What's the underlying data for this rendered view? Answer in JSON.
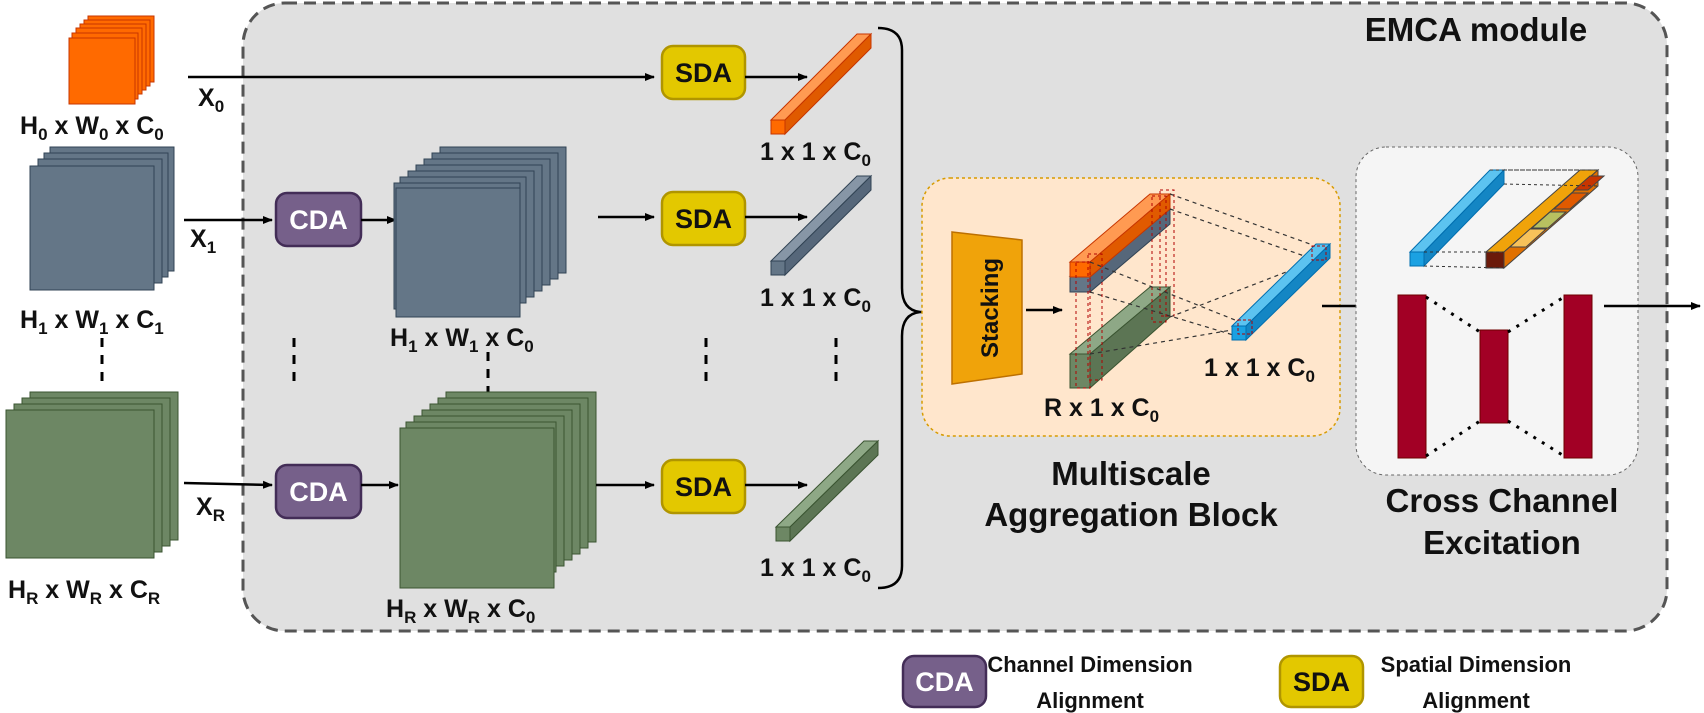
{
  "module_title": "EMCA module",
  "inputs": [
    {
      "var": "X",
      "sub": "0",
      "dims": [
        "H",
        "0",
        " x W",
        "0",
        " x C",
        "0"
      ]
    },
    {
      "var": "X",
      "sub": "1",
      "dims": [
        "H",
        "1",
        " x W",
        "1",
        " x C",
        "1"
      ]
    },
    {
      "var": "X",
      "sub": "R",
      "dims": [
        "H",
        "R",
        " x W",
        "R",
        " x C",
        "R"
      ]
    }
  ],
  "aligned": [
    {
      "dims": [
        "H",
        "1",
        " x W",
        "1",
        " x C",
        "0"
      ]
    },
    {
      "dims": [
        "H",
        "R",
        " x W",
        "R",
        " x C",
        "0"
      ]
    }
  ],
  "vectors": [
    {
      "dims": [
        "1 x 1 x C",
        "0"
      ]
    },
    {
      "dims": [
        "1 x 1 x C",
        "0"
      ]
    },
    {
      "dims": [
        "1 x 1 x C",
        "0"
      ]
    }
  ],
  "buttons": {
    "cda": "CDA",
    "sda": "SDA"
  },
  "aggregation": {
    "stacking_label": "Stacking",
    "stacked_dims": [
      "R x 1 x C",
      "0"
    ],
    "output_dims": [
      "1 x 1 x C",
      "0"
    ],
    "title_line1": "Multiscale",
    "title_line2": "Aggregation Block"
  },
  "excitation": {
    "title_line1": "Cross Channel",
    "title_line2": "Excitation"
  },
  "legend": {
    "cda_abbr": "CDA",
    "cda_line1": "Channel Dimension",
    "cda_line2": "Alignment",
    "sda_abbr": "SDA",
    "sda_line1": "Spatial Dimension",
    "sda_line2": "Alignment"
  },
  "colors": {
    "orange": "#ff6a00",
    "slate": "#647687",
    "green": "#6d8764",
    "cda_fill": "#76608a",
    "sda_fill": "#e3c800",
    "blue": "#1ba1e2",
    "crimson": "#a20025",
    "module_bg": "#e0e0e0",
    "agg_bg": "#ffe6cc",
    "exc_bg": "#f5f5f5"
  }
}
